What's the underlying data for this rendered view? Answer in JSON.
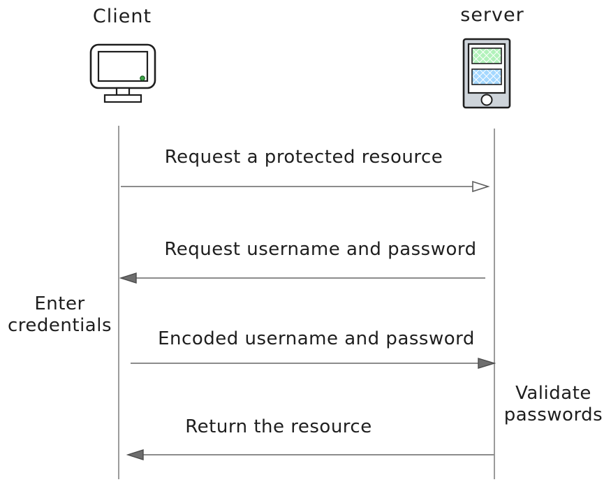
{
  "diagram": {
    "type": "sequence-diagram",
    "actors": [
      {
        "id": "client",
        "label": "Client",
        "icon": "desktop-computer-icon"
      },
      {
        "id": "server",
        "label": "server",
        "icon": "server-tablet-icon"
      }
    ],
    "messages": [
      {
        "label": "Request a protected resource",
        "from": "client",
        "to": "server",
        "direction": "right",
        "arrowhead": "hollow"
      },
      {
        "label": "Request username and password",
        "from": "server",
        "to": "client",
        "direction": "left",
        "arrowhead": "filled"
      },
      {
        "label": "Encoded username and password",
        "from": "client",
        "to": "server",
        "direction": "right",
        "arrowhead": "filled"
      },
      {
        "label": "Return the resource",
        "from": "server",
        "to": "client",
        "direction": "left",
        "arrowhead": "filled"
      }
    ],
    "notes": [
      {
        "label": "Enter credentials",
        "side": "left",
        "near_actor": "client"
      },
      {
        "label": "Validate passwords",
        "side": "right",
        "near_actor": "server"
      }
    ],
    "colors": {
      "text": "#1e1e1e",
      "arrow_line": "#8c8c8c",
      "lifeline": "#9b9b9b",
      "arrowhead_fill": "#6e6e6e",
      "device_body_gray": "#ced4da",
      "screen_rect_green": "#b2f2bb",
      "screen_rect_blue": "#a5d8ff",
      "power_led_green": "#3da646"
    }
  }
}
